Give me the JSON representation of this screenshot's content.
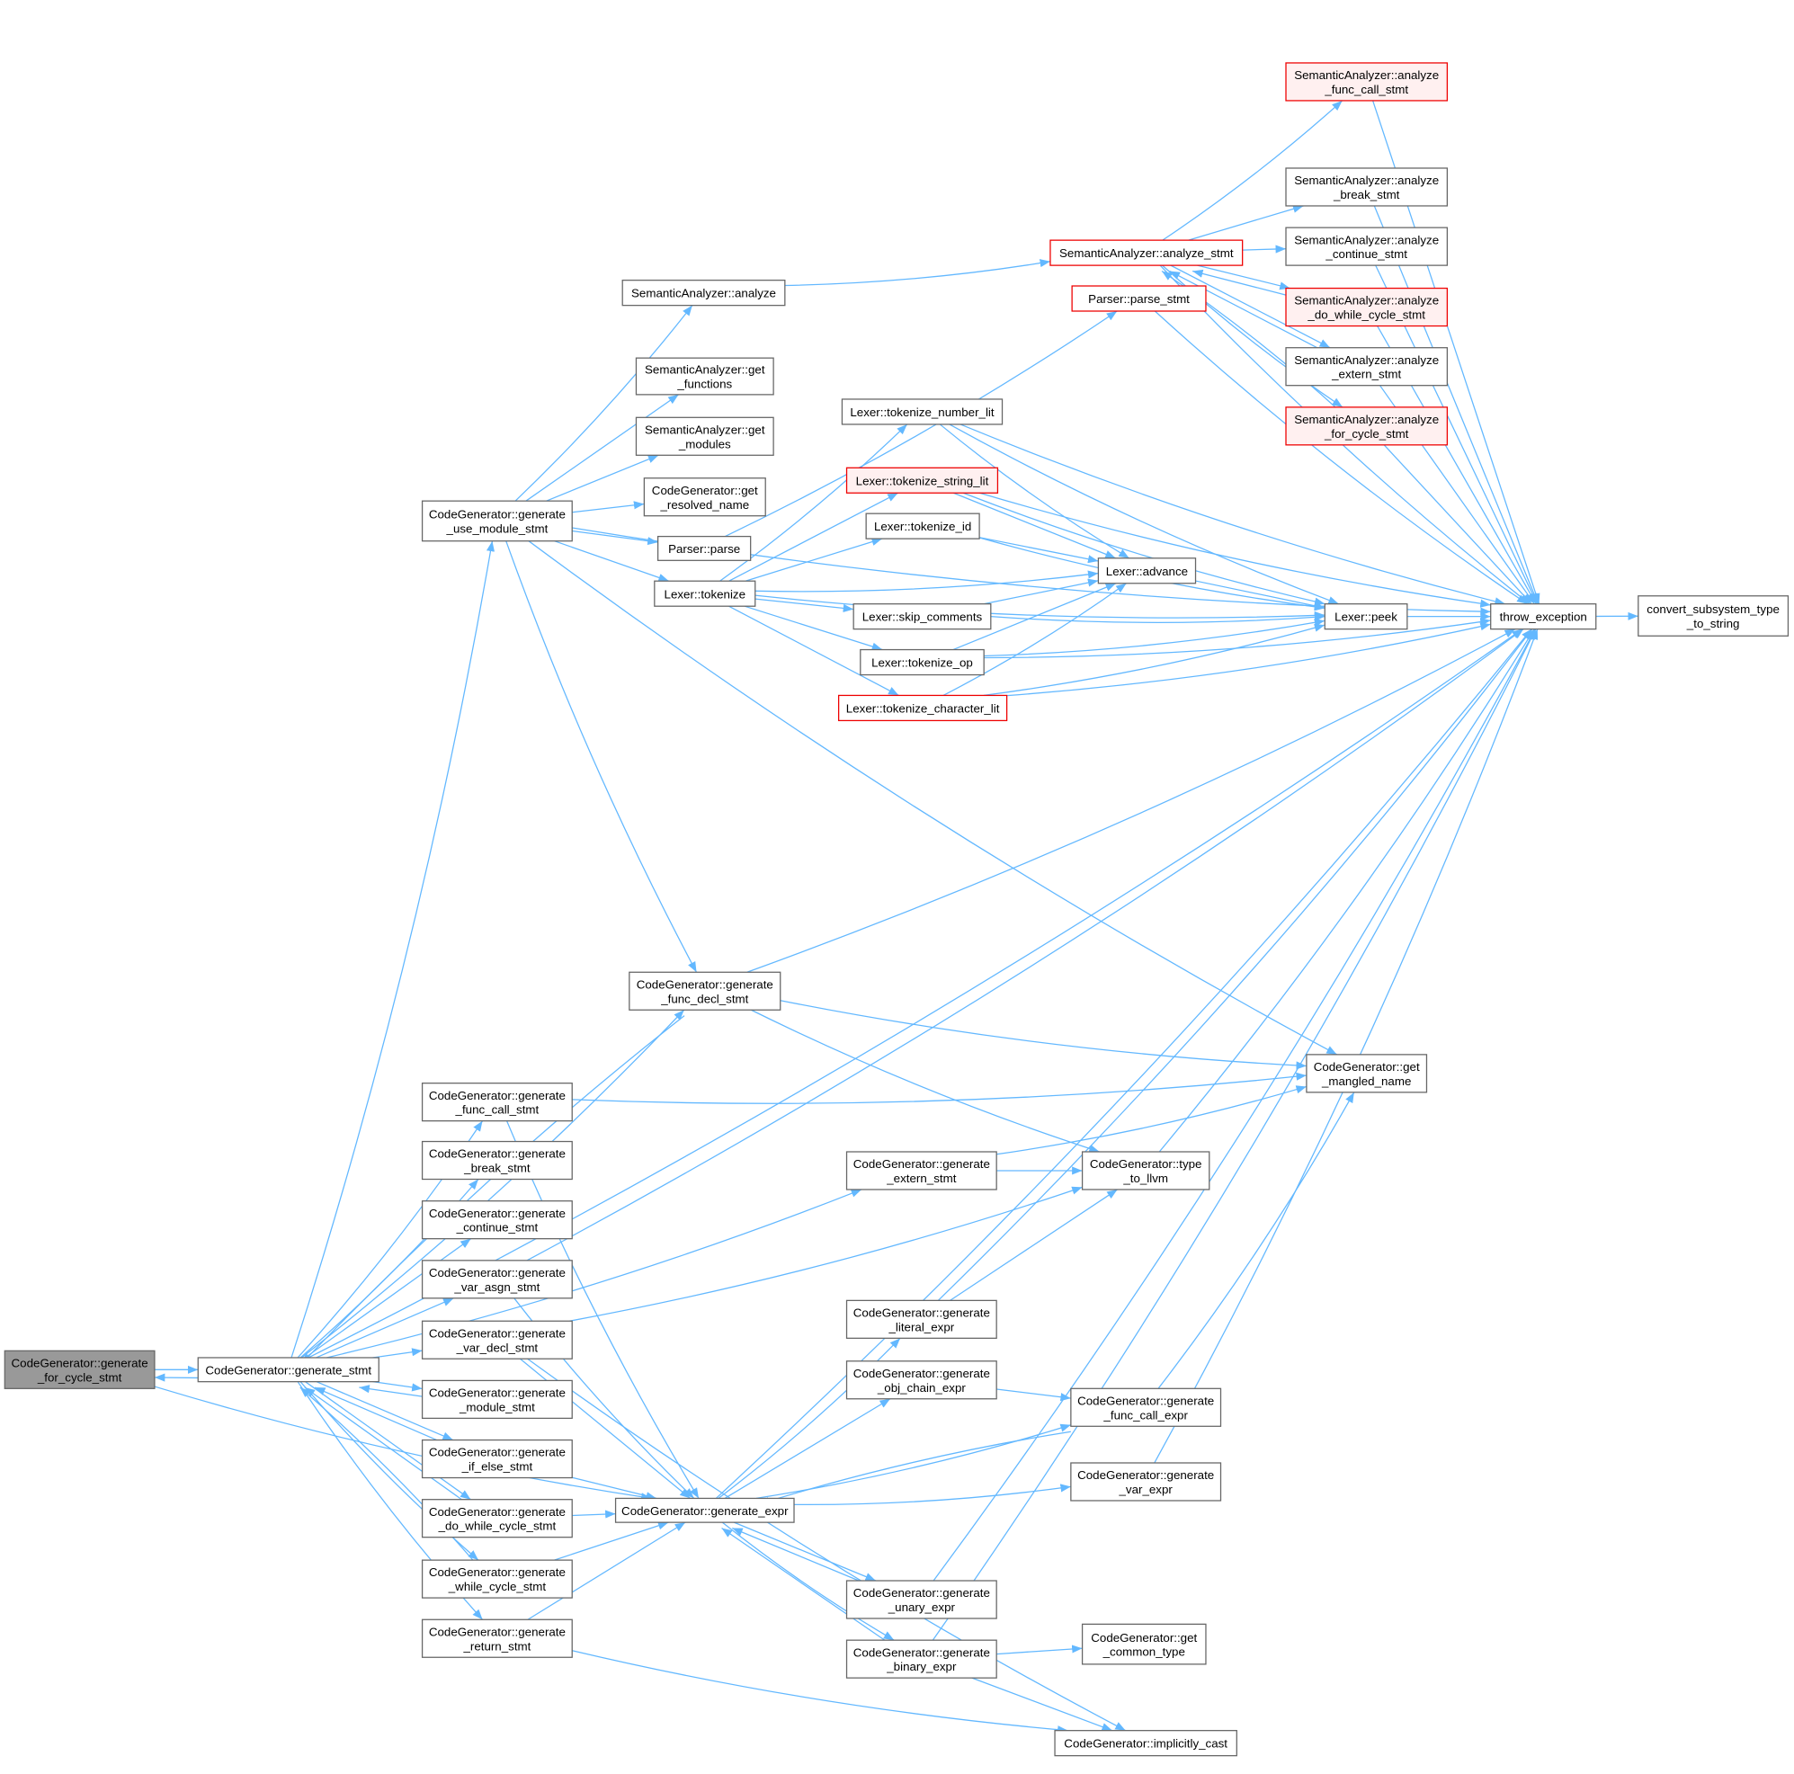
{
  "colors": {
    "edge": "#63b8ff",
    "root_fill": "#999999",
    "error_border": "#ff0000",
    "error_fill": "#fff0f0"
  },
  "nodes": {
    "for_cycle": [
      "CodeGenerator::generate",
      "_for_cycle_stmt"
    ],
    "gen_stmt": [
      "CodeGenerator::generate_stmt"
    ],
    "use_module": [
      "CodeGenerator::generate",
      "_use_module_stmt"
    ],
    "sa_analyze": [
      "SemanticAnalyzer::analyze"
    ],
    "sa_get_functions": [
      "SemanticAnalyzer::get",
      "_functions"
    ],
    "sa_get_modules": [
      "SemanticAnalyzer::get",
      "_modules"
    ],
    "get_resolved_name": [
      "CodeGenerator::get",
      "_resolved_name"
    ],
    "parser_parse": [
      "Parser::parse"
    ],
    "lexer_tokenize": [
      "Lexer::tokenize"
    ],
    "sa_analyze_stmt": [
      "SemanticAnalyzer::analyze_stmt"
    ],
    "parse_stmt": [
      "Parser::parse_stmt"
    ],
    "sa_func_call": [
      "SemanticAnalyzer::analyze",
      "_func_call_stmt"
    ],
    "sa_break": [
      "SemanticAnalyzer::analyze",
      "_break_stmt"
    ],
    "sa_continue": [
      "SemanticAnalyzer::analyze",
      "_continue_stmt"
    ],
    "sa_do_while": [
      "SemanticAnalyzer::analyze",
      "_do_while_cycle_stmt"
    ],
    "sa_extern": [
      "SemanticAnalyzer::analyze",
      "_extern_stmt"
    ],
    "sa_for_cycle": [
      "SemanticAnalyzer::analyze",
      "_for_cycle_stmt"
    ],
    "tok_number": [
      "Lexer::tokenize_number_lit"
    ],
    "tok_string": [
      "Lexer::tokenize_string_lit"
    ],
    "tok_id": [
      "Lexer::tokenize_id"
    ],
    "advance": [
      "Lexer::advance"
    ],
    "skip_comments": [
      "Lexer::skip_comments"
    ],
    "tok_op": [
      "Lexer::tokenize_op"
    ],
    "tok_char": [
      "Lexer::tokenize_character_lit"
    ],
    "peek": [
      "Lexer::peek"
    ],
    "throw_exception": [
      "throw_exception"
    ],
    "convert_subsystem": [
      "convert_subsystem_type",
      "_to_string"
    ],
    "func_decl": [
      "CodeGenerator::generate",
      "_func_decl_stmt"
    ],
    "get_mangled_name": [
      "CodeGenerator::get",
      "_mangled_name"
    ],
    "func_call_stmt": [
      "CodeGenerator::generate",
      "_func_call_stmt"
    ],
    "break_stmt": [
      "CodeGenerator::generate",
      "_break_stmt"
    ],
    "continue_stmt": [
      "CodeGenerator::generate",
      "_continue_stmt"
    ],
    "var_asgn": [
      "CodeGenerator::generate",
      "_var_asgn_stmt"
    ],
    "var_decl": [
      "CodeGenerator::generate",
      "_var_decl_stmt"
    ],
    "module_stmt": [
      "CodeGenerator::generate",
      "_module_stmt"
    ],
    "if_else": [
      "CodeGenerator::generate",
      "_if_else_stmt"
    ],
    "do_while": [
      "CodeGenerator::generate",
      "_do_while_cycle_stmt"
    ],
    "while_stmt": [
      "CodeGenerator::generate",
      "_while_cycle_stmt"
    ],
    "return_stmt": [
      "CodeGenerator::generate",
      "_return_stmt"
    ],
    "extern_stmt": [
      "CodeGenerator::generate",
      "_extern_stmt"
    ],
    "type_to_llvm": [
      "CodeGenerator::type",
      "_to_llvm"
    ],
    "gen_expr": [
      "CodeGenerator::generate_expr"
    ],
    "literal_expr": [
      "CodeGenerator::generate",
      "_literal_expr"
    ],
    "obj_chain_expr": [
      "CodeGenerator::generate",
      "_obj_chain_expr"
    ],
    "func_call_expr": [
      "CodeGenerator::generate",
      "_func_call_expr"
    ],
    "var_expr": [
      "CodeGenerator::generate",
      "_var_expr"
    ],
    "unary_expr": [
      "CodeGenerator::generate",
      "_unary_expr"
    ],
    "binary_expr": [
      "CodeGenerator::generate",
      "_binary_expr"
    ],
    "get_common_type": [
      "CodeGenerator::get",
      "_common_type"
    ],
    "implicitly_cast": [
      "CodeGenerator::implicitly_cast"
    ]
  },
  "edges": [
    [
      "for_cycle",
      "gen_stmt"
    ],
    [
      "gen_stmt",
      "for_cycle"
    ],
    [
      "for_cycle",
      "gen_expr"
    ],
    [
      "gen_stmt",
      "use_module"
    ],
    [
      "gen_stmt",
      "func_decl"
    ],
    [
      "gen_stmt",
      "func_call_stmt"
    ],
    [
      "gen_stmt",
      "break_stmt"
    ],
    [
      "gen_stmt",
      "continue_stmt"
    ],
    [
      "gen_stmt",
      "var_asgn"
    ],
    [
      "gen_stmt",
      "var_decl"
    ],
    [
      "gen_stmt",
      "module_stmt"
    ],
    [
      "gen_stmt",
      "if_else"
    ],
    [
      "gen_stmt",
      "do_while"
    ],
    [
      "gen_stmt",
      "while_stmt"
    ],
    [
      "gen_stmt",
      "return_stmt"
    ],
    [
      "gen_stmt",
      "extern_stmt"
    ],
    [
      "gen_stmt",
      "throw_exception"
    ],
    [
      "func_decl",
      "gen_stmt"
    ],
    [
      "module_stmt",
      "gen_stmt"
    ],
    [
      "if_else",
      "gen_stmt"
    ],
    [
      "do_while",
      "gen_stmt"
    ],
    [
      "while_stmt",
      "gen_stmt"
    ],
    [
      "use_module",
      "throw_exception"
    ],
    [
      "use_module",
      "sa_analyze"
    ],
    [
      "use_module",
      "sa_get_functions"
    ],
    [
      "use_module",
      "sa_get_modules"
    ],
    [
      "use_module",
      "get_resolved_name"
    ],
    [
      "use_module",
      "parser_parse"
    ],
    [
      "use_module",
      "lexer_tokenize"
    ],
    [
      "use_module",
      "func_decl"
    ],
    [
      "use_module",
      "get_mangled_name"
    ],
    [
      "sa_analyze",
      "sa_analyze_stmt"
    ],
    [
      "sa_analyze_stmt",
      "sa_func_call"
    ],
    [
      "sa_analyze_stmt",
      "sa_break"
    ],
    [
      "sa_analyze_stmt",
      "sa_continue"
    ],
    [
      "sa_analyze_stmt",
      "sa_do_while"
    ],
    [
      "sa_analyze_stmt",
      "sa_extern"
    ],
    [
      "sa_analyze_stmt",
      "sa_for_cycle"
    ],
    [
      "sa_analyze_stmt",
      "throw_exception"
    ],
    [
      "sa_do_while",
      "sa_analyze_stmt"
    ],
    [
      "sa_for_cycle",
      "sa_analyze_stmt"
    ],
    [
      "sa_extern",
      "sa_analyze_stmt"
    ],
    [
      "sa_func_call",
      "throw_exception"
    ],
    [
      "sa_break",
      "throw_exception"
    ],
    [
      "sa_continue",
      "throw_exception"
    ],
    [
      "sa_do_while",
      "throw_exception"
    ],
    [
      "sa_extern",
      "throw_exception"
    ],
    [
      "sa_for_cycle",
      "throw_exception"
    ],
    [
      "parser_parse",
      "parse_stmt"
    ],
    [
      "parse_stmt",
      "throw_exception"
    ],
    [
      "lexer_tokenize",
      "tok_number"
    ],
    [
      "lexer_tokenize",
      "tok_string"
    ],
    [
      "lexer_tokenize",
      "tok_id"
    ],
    [
      "lexer_tokenize",
      "advance"
    ],
    [
      "lexer_tokenize",
      "skip_comments"
    ],
    [
      "lexer_tokenize",
      "tok_op"
    ],
    [
      "lexer_tokenize",
      "tok_char"
    ],
    [
      "lexer_tokenize",
      "peek"
    ],
    [
      "tok_number",
      "advance"
    ],
    [
      "tok_number",
      "peek"
    ],
    [
      "tok_number",
      "throw_exception"
    ],
    [
      "tok_string",
      "advance"
    ],
    [
      "tok_string",
      "peek"
    ],
    [
      "tok_string",
      "throw_exception"
    ],
    [
      "tok_id",
      "advance"
    ],
    [
      "tok_id",
      "peek"
    ],
    [
      "skip_comments",
      "advance"
    ],
    [
      "skip_comments",
      "peek"
    ],
    [
      "tok_op",
      "advance"
    ],
    [
      "tok_op",
      "peek"
    ],
    [
      "tok_op",
      "throw_exception"
    ],
    [
      "tok_char",
      "advance"
    ],
    [
      "tok_char",
      "peek"
    ],
    [
      "tok_char",
      "throw_exception"
    ],
    [
      "advance",
      "peek"
    ],
    [
      "peek",
      "throw_exception"
    ],
    [
      "throw_exception",
      "convert_subsystem"
    ],
    [
      "func_decl",
      "throw_exception"
    ],
    [
      "func_decl",
      "get_mangled_name"
    ],
    [
      "func_decl",
      "type_to_llvm"
    ],
    [
      "func_call_stmt",
      "get_mangled_name"
    ],
    [
      "func_call_stmt",
      "gen_expr"
    ],
    [
      "extern_stmt",
      "get_mangled_name"
    ],
    [
      "extern_stmt",
      "type_to_llvm"
    ],
    [
      "type_to_llvm",
      "throw_exception"
    ],
    [
      "var_asgn",
      "throw_exception"
    ],
    [
      "var_asgn",
      "gen_expr"
    ],
    [
      "var_decl",
      "type_to_llvm"
    ],
    [
      "var_decl",
      "gen_expr"
    ],
    [
      "var_decl",
      "implicitly_cast"
    ],
    [
      "if_else",
      "gen_expr"
    ],
    [
      "do_while",
      "gen_expr"
    ],
    [
      "while_stmt",
      "gen_expr"
    ],
    [
      "return_stmt",
      "gen_expr"
    ],
    [
      "return_stmt",
      "implicitly_cast"
    ],
    [
      "gen_expr",
      "literal_expr"
    ],
    [
      "gen_expr",
      "obj_chain_expr"
    ],
    [
      "gen_expr",
      "func_call_expr"
    ],
    [
      "gen_expr",
      "var_expr"
    ],
    [
      "gen_expr",
      "unary_expr"
    ],
    [
      "gen_expr",
      "binary_expr"
    ],
    [
      "gen_expr",
      "throw_exception"
    ],
    [
      "func_call_expr",
      "gen_expr"
    ],
    [
      "unary_expr",
      "gen_expr"
    ],
    [
      "binary_expr",
      "gen_expr"
    ],
    [
      "literal_expr",
      "type_to_llvm"
    ],
    [
      "literal_expr",
      "throw_exception"
    ],
    [
      "obj_chain_expr",
      "func_call_expr"
    ],
    [
      "func_call_expr",
      "get_mangled_name"
    ],
    [
      "var_expr",
      "throw_exception"
    ],
    [
      "unary_expr",
      "throw_exception"
    ],
    [
      "binary_expr",
      "get_common_type"
    ],
    [
      "binary_expr",
      "throw_exception"
    ],
    [
      "binary_expr",
      "implicitly_cast"
    ]
  ]
}
